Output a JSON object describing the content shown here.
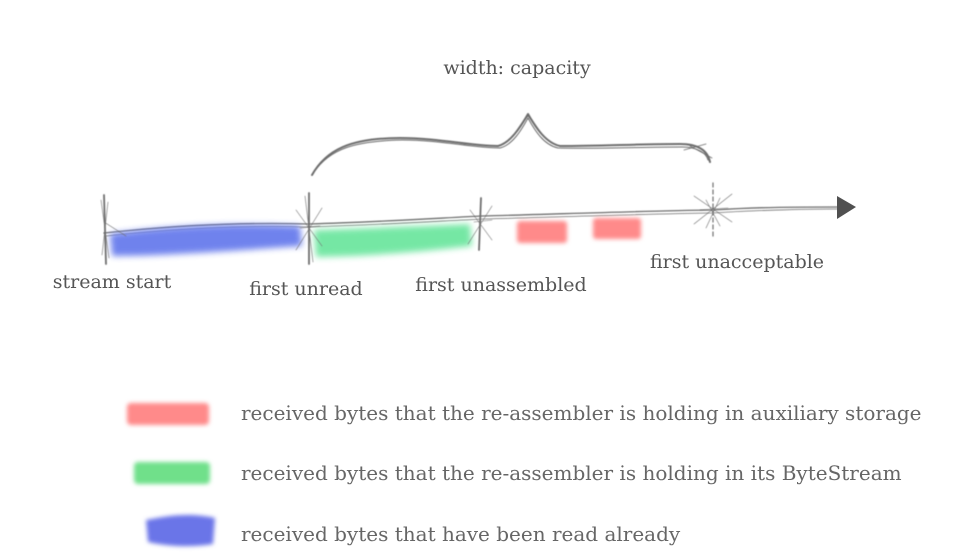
{
  "diagram": {
    "capacity_label": "width: capacity",
    "markers": {
      "stream_start": "stream start",
      "first_unread": "first unread",
      "first_unassembled": "first unassembled",
      "first_unacceptable": "first unacceptable"
    }
  },
  "legend": {
    "items": [
      {
        "color": "#ff8a8a",
        "text": "received bytes that the re-assembler is holding in auxiliary storage"
      },
      {
        "color": "#6fe08a",
        "text": "received bytes that the re-assembler is holding in its ByteStream"
      },
      {
        "color": "#6b74e8",
        "text": "received bytes that have been read already"
      }
    ]
  },
  "colors": {
    "read": "#6478ec",
    "bytestream": "#6ee6a0",
    "auxiliary": "#ff8a8a",
    "line": "#6e6e6e",
    "text": "#555555"
  }
}
